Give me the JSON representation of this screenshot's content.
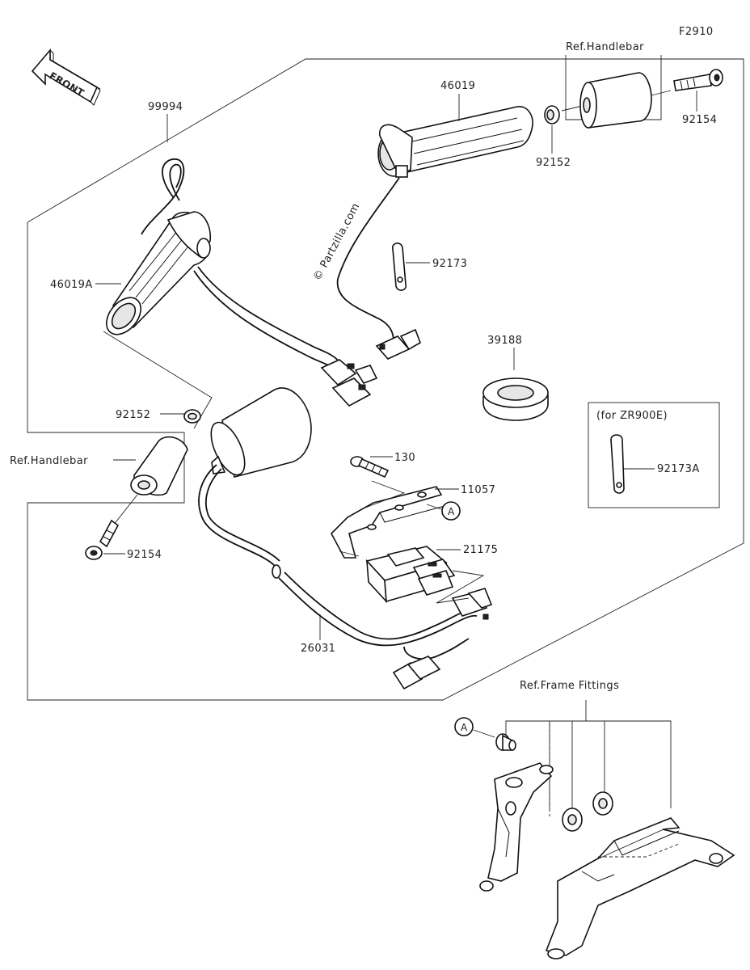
{
  "figure_code": "F2910",
  "watermark": "© Partzilla.com",
  "front_arrow_label": "FRONT",
  "callouts": {
    "p99994": "99994",
    "p46019": "46019",
    "p46019a": "46019A",
    "p92154_right": "92154",
    "p92152_right": "92152",
    "p92173": "92173",
    "p39188": "39188",
    "p92152_left": "92152",
    "p92154_left": "92154",
    "p130": "130",
    "p11057": "11057",
    "p21175": "21175",
    "p26031": "26031",
    "p92173a": "92173A",
    "ref_handlebar_top": "Ref.Handlebar",
    "ref_handlebar_left": "Ref.Handlebar",
    "ref_frame_fittings": "Ref.Frame Fittings",
    "for_model": "(for ZR900E)",
    "circle_a_1": "A",
    "circle_a_2": "A"
  }
}
